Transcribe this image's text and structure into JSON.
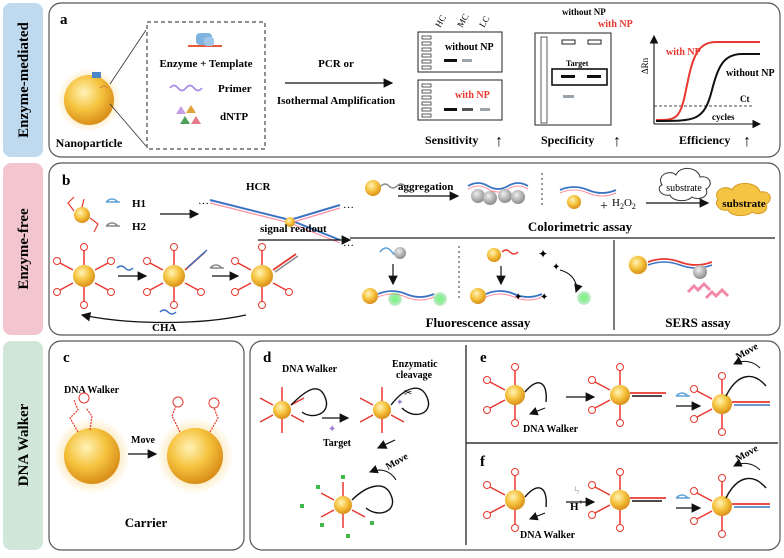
{
  "sections": {
    "enzyme_mediated": "Enzyme-mediated",
    "enzyme_free": "Enzyme-free",
    "dna_walker": "DNA Walker"
  },
  "colors": {
    "enzyme_mediated_tab": "#bfd9ee",
    "enzyme_free_tab": "#f3c6cf",
    "dna_walker_tab": "#cfe6d8",
    "nanoparticle": "#f2b233",
    "red_strand": "#e8382f",
    "blue_strand": "#3a73c4"
  },
  "panel_a": {
    "label": "a",
    "nanoparticle": "Nanoparticle",
    "box_items": [
      "Enzyme + Template",
      "Primer",
      "dNTP"
    ],
    "arrow_top": "PCR or",
    "arrow_bottom": "Isothermal Amplification",
    "gel_headers": [
      "HC",
      "MC",
      "LC"
    ],
    "without_np": "without NP",
    "with_np": "with NP",
    "sensitivity": "Sensitivity",
    "specificity": "Specificity",
    "efficiency": "Efficiency",
    "target": "Target",
    "curve_y": "ΔRn",
    "curve_x": "cycles",
    "ct": "Ct",
    "up_arrow": "↑"
  },
  "panel_b": {
    "label": "b",
    "h1": "H1",
    "h2": "H2",
    "hcr": "HCR",
    "cha": "CHA",
    "signal_readout": "signal readout",
    "aggregation": "aggregation",
    "substrate": "substrate",
    "h2o2": "H",
    "h2o2_sub1": "2",
    "h2o2_o": "O",
    "h2o2_sub2": "2",
    "plus": "+",
    "colorimetric": "Colorimetric assay",
    "fluorescence": "Fluorescence assay",
    "sers": "SERS assay"
  },
  "panel_c": {
    "label": "c",
    "dna_walker": "DNA Walker",
    "move": "Move",
    "carrier": "Carrier"
  },
  "panel_d": {
    "label": "d",
    "dna_walker": "DNA Walker",
    "enzymatic": "Enzymatic",
    "cleavage": "cleavage",
    "target": "Target",
    "move": "Move"
  },
  "panel_e": {
    "label": "e",
    "dna_walker": "DNA Walker",
    "move": "Move"
  },
  "panel_f": {
    "label": "f",
    "dna_walker": "DNA Walker",
    "h_plus": "H",
    "plus_sup": "+",
    "move": "Move"
  }
}
